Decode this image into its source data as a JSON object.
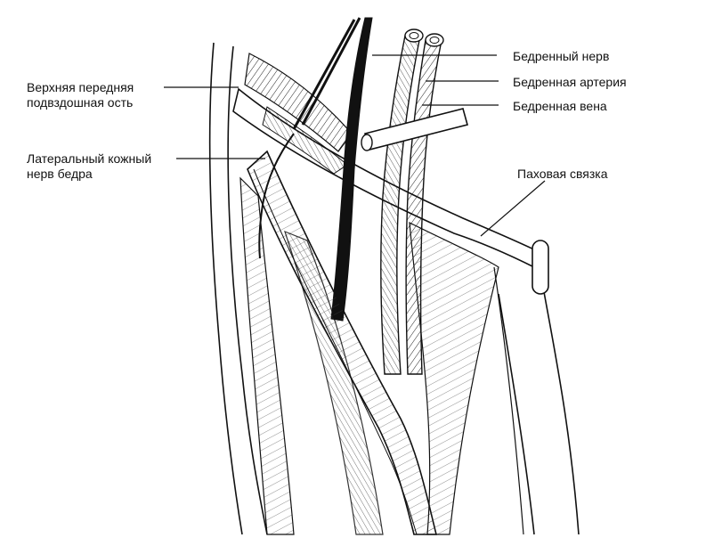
{
  "labels": {
    "asis": [
      "Верхняя передняя",
      "подвздошная ость"
    ],
    "lfcn": [
      "Латеральный кожный",
      "нерв бедра"
    ],
    "femoral_nerve": "Бедренный нерв",
    "femoral_artery": "Бедренная артерия",
    "femoral_vein": "Бедренная вена",
    "inguinal_ligament": "Паховая связка"
  },
  "colors": {
    "ink": "#111111",
    "background": "#ffffff"
  }
}
